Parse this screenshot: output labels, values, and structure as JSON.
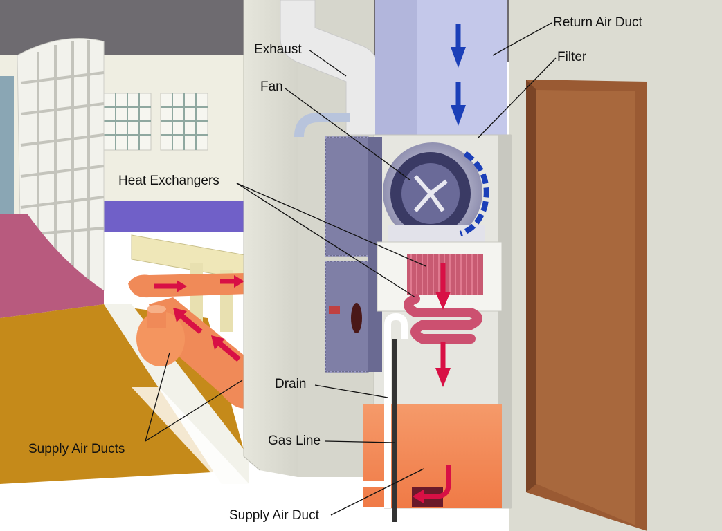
{
  "labels": {
    "return_air_duct": "Return Air Duct",
    "exhaust": "Exhaust",
    "filter": "Filter",
    "fan": "Fan",
    "heat_exchangers": "Heat Exchangers",
    "drain": "Drain",
    "gas_line": "Gas Line",
    "supply_air_ducts": "Supply Air Ducts",
    "supply_air_duct": "Supply Air Duct"
  },
  "colors": {
    "return_air": "#1b3fb8",
    "heated_air": "#d81045",
    "duct_orange": "#f08a58",
    "door": "#9a5a33",
    "floor": "#c58a1a",
    "furnace_panel": "#7f7fa6",
    "wall": "#e2e2d8"
  },
  "icons": {
    "flow_arrow": "arrow-icon",
    "fan": "fan-icon"
  }
}
